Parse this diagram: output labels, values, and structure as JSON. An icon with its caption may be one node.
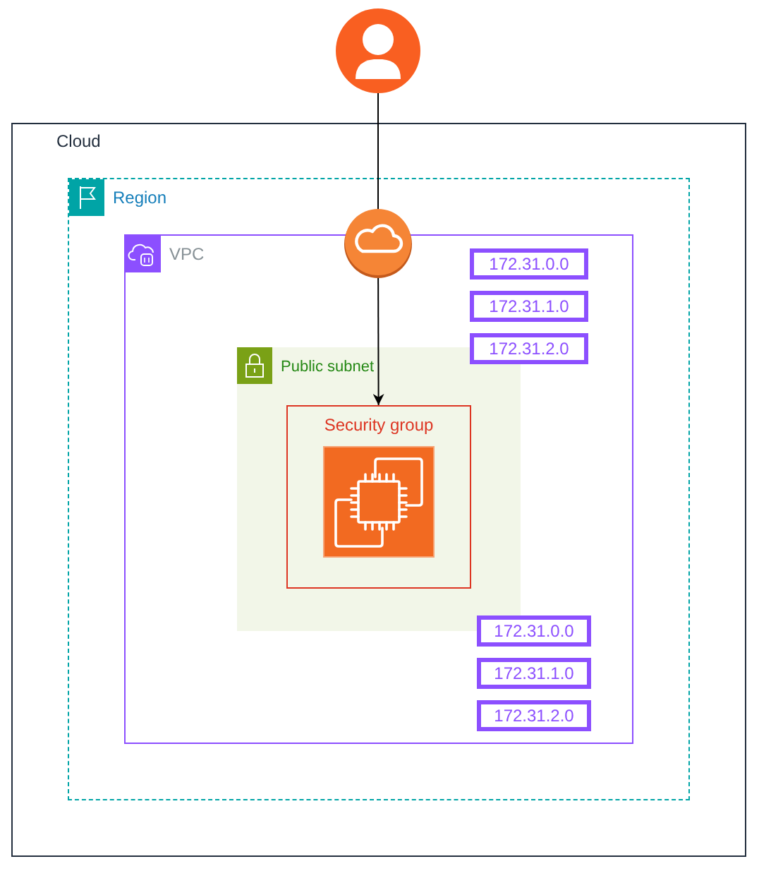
{
  "diagram": {
    "nodes": [
      {
        "text": [],
        "shape": "person"
      },
      {
        "text": [
          "Cloud"
        ]
      },
      {
        "text": [
          "Region"
        ],
        "in": 1
      },
      {
        "text": [
          "VPC"
        ],
        "in": 2
      },
      {
        "text": [],
        "shape": "cloud",
        "in": 2
      },
      {
        "text": [
          "172.31.0.0"
        ],
        "in": 3
      },
      {
        "text": [
          "172.31.1.0"
        ],
        "in": 3
      },
      {
        "text": [
          "172.31.2.0"
        ],
        "in": 3
      },
      {
        "text": [
          "Public subnet"
        ],
        "in": 3
      },
      {
        "text": [
          "Security group"
        ],
        "in": 8
      },
      {
        "text": [],
        "shape": "picture",
        "in": 9
      },
      {
        "text": [
          "172.31.0.0"
        ],
        "in": 3
      },
      {
        "text": [
          "172.31.1.0"
        ],
        "in": 3
      },
      {
        "text": [
          "172.31.2.0"
        ],
        "in": 3
      }
    ],
    "edges": [
      {
        "from": 0,
        "to": 4,
        "arrow": "none"
      },
      {
        "from": 4,
        "to": 9,
        "arrow": "to"
      }
    ]
  }
}
